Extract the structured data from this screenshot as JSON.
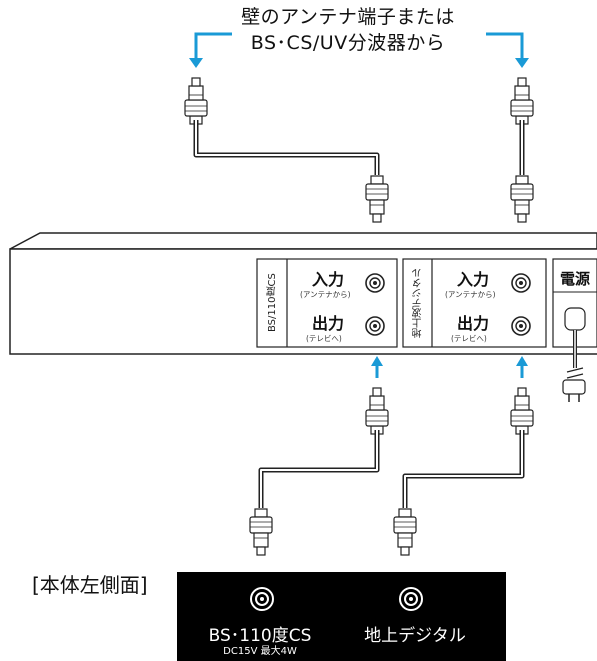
{
  "caption": {
    "line1": "壁のアンテナ端子または",
    "line2": "BS･CS/UV分波器から"
  },
  "panel": {
    "bs_label": "BS/110度CS",
    "terrestrial_label": "地上波デジタル",
    "input_label": "入力",
    "input_sub": "(アンテナから)",
    "output_label": "出力",
    "output_sub": "(テレビへ)",
    "power_label": "電源"
  },
  "side_view": {
    "title": "[本体左側面]",
    "bs_label": "BS･110度CS",
    "bs_sub": "DC15V 最大4W",
    "terrestrial_label": "地上デジタル"
  },
  "colors": {
    "arrow": "#1a9ad6",
    "panel": "#000000",
    "outline": "#222222"
  }
}
